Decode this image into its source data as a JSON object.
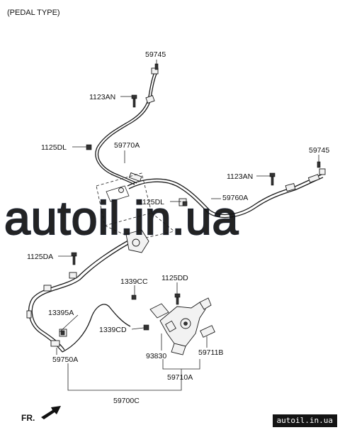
{
  "header": "(PEDAL TYPE)",
  "parts": [
    {
      "id": "p1",
      "label": "59745"
    },
    {
      "id": "p2",
      "label": "1123AN"
    },
    {
      "id": "p3",
      "label": "1125DL"
    },
    {
      "id": "p4",
      "label": "59770A"
    },
    {
      "id": "p5",
      "label": "59745"
    },
    {
      "id": "p6",
      "label": "1123AN"
    },
    {
      "id": "p7",
      "label": "1125DL"
    },
    {
      "id": "p8",
      "label": "59760A"
    },
    {
      "id": "p9",
      "label": "1125DA"
    },
    {
      "id": "p10",
      "label": "1339CC"
    },
    {
      "id": "p11",
      "label": "1125DD"
    },
    {
      "id": "p12",
      "label": "13395A"
    },
    {
      "id": "p13",
      "label": "1339CD"
    },
    {
      "id": "p14",
      "label": "93830"
    },
    {
      "id": "p15",
      "label": "59711B"
    },
    {
      "id": "p16",
      "label": "59750A"
    },
    {
      "id": "p17",
      "label": "59710A"
    },
    {
      "id": "p18",
      "label": "59700C"
    }
  ],
  "direction_label": "FR.",
  "watermark": "autoil.in.ua",
  "site_badge": "autoil.in.ua",
  "colors": {
    "ink": "#111111",
    "background": "#ffffff",
    "badge": "#141414"
  }
}
